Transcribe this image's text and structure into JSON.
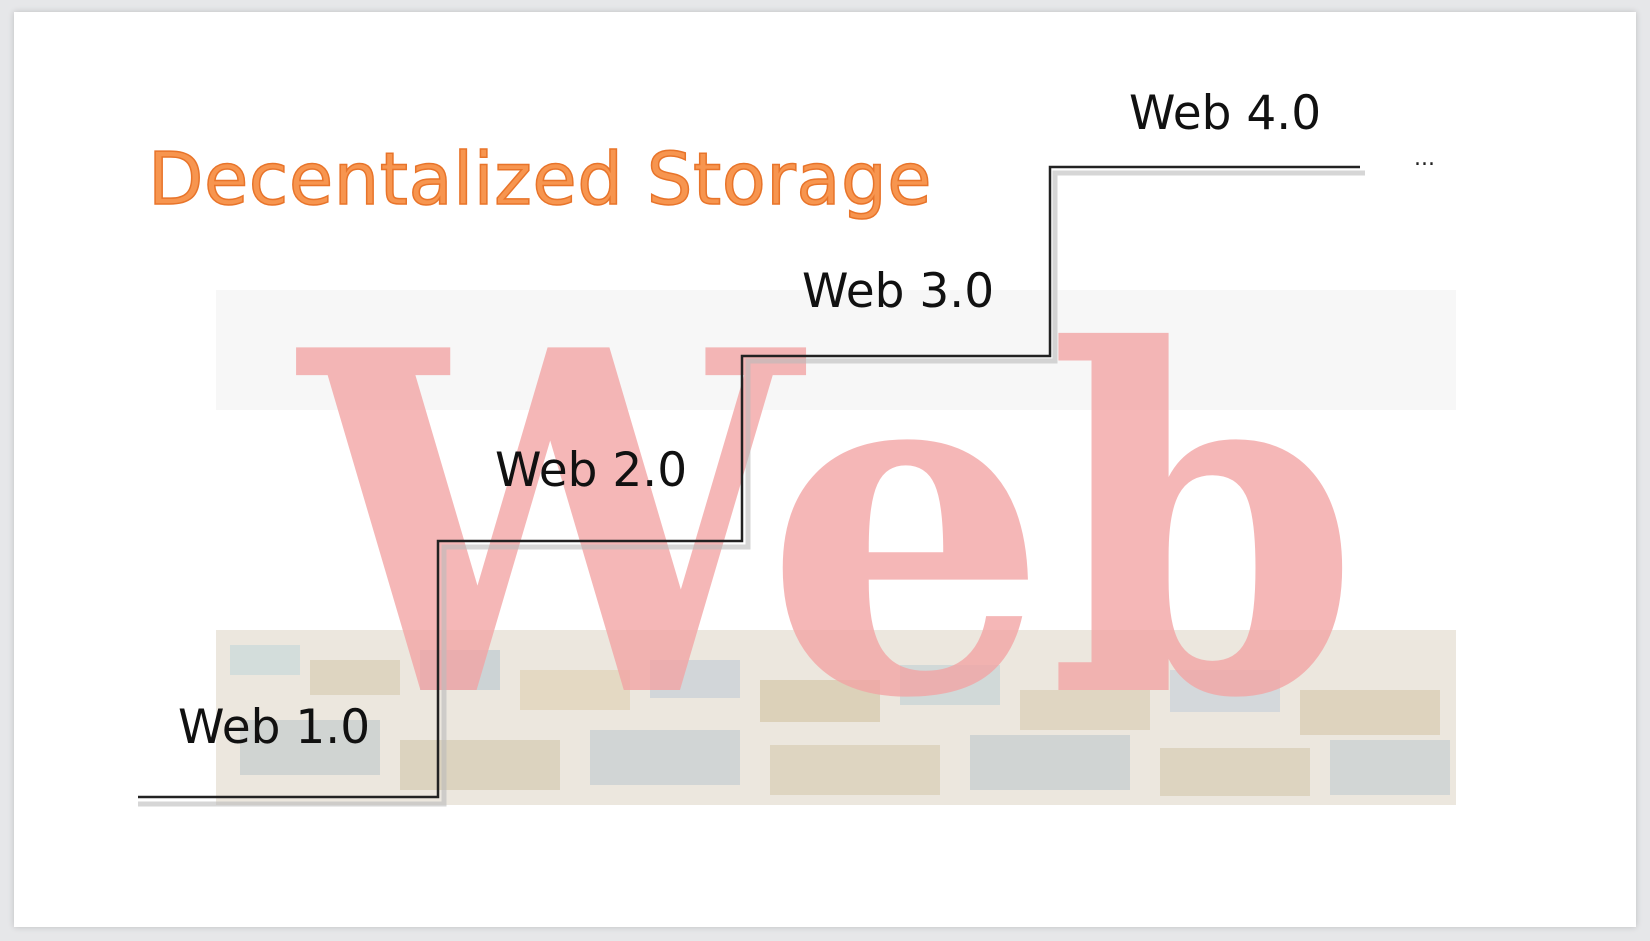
{
  "slide": {
    "title": "Decentalized Storage",
    "watermark_word": "Web",
    "steps": [
      {
        "label": "Web 1.0"
      },
      {
        "label": "Web 2.0"
      },
      {
        "label": "Web 3.0"
      },
      {
        "label": "Web 4.0"
      }
    ],
    "continuation": "..."
  },
  "colors": {
    "title": "#f7954f",
    "watermark": "#f2a3a3",
    "stair_line": "#222222"
  }
}
